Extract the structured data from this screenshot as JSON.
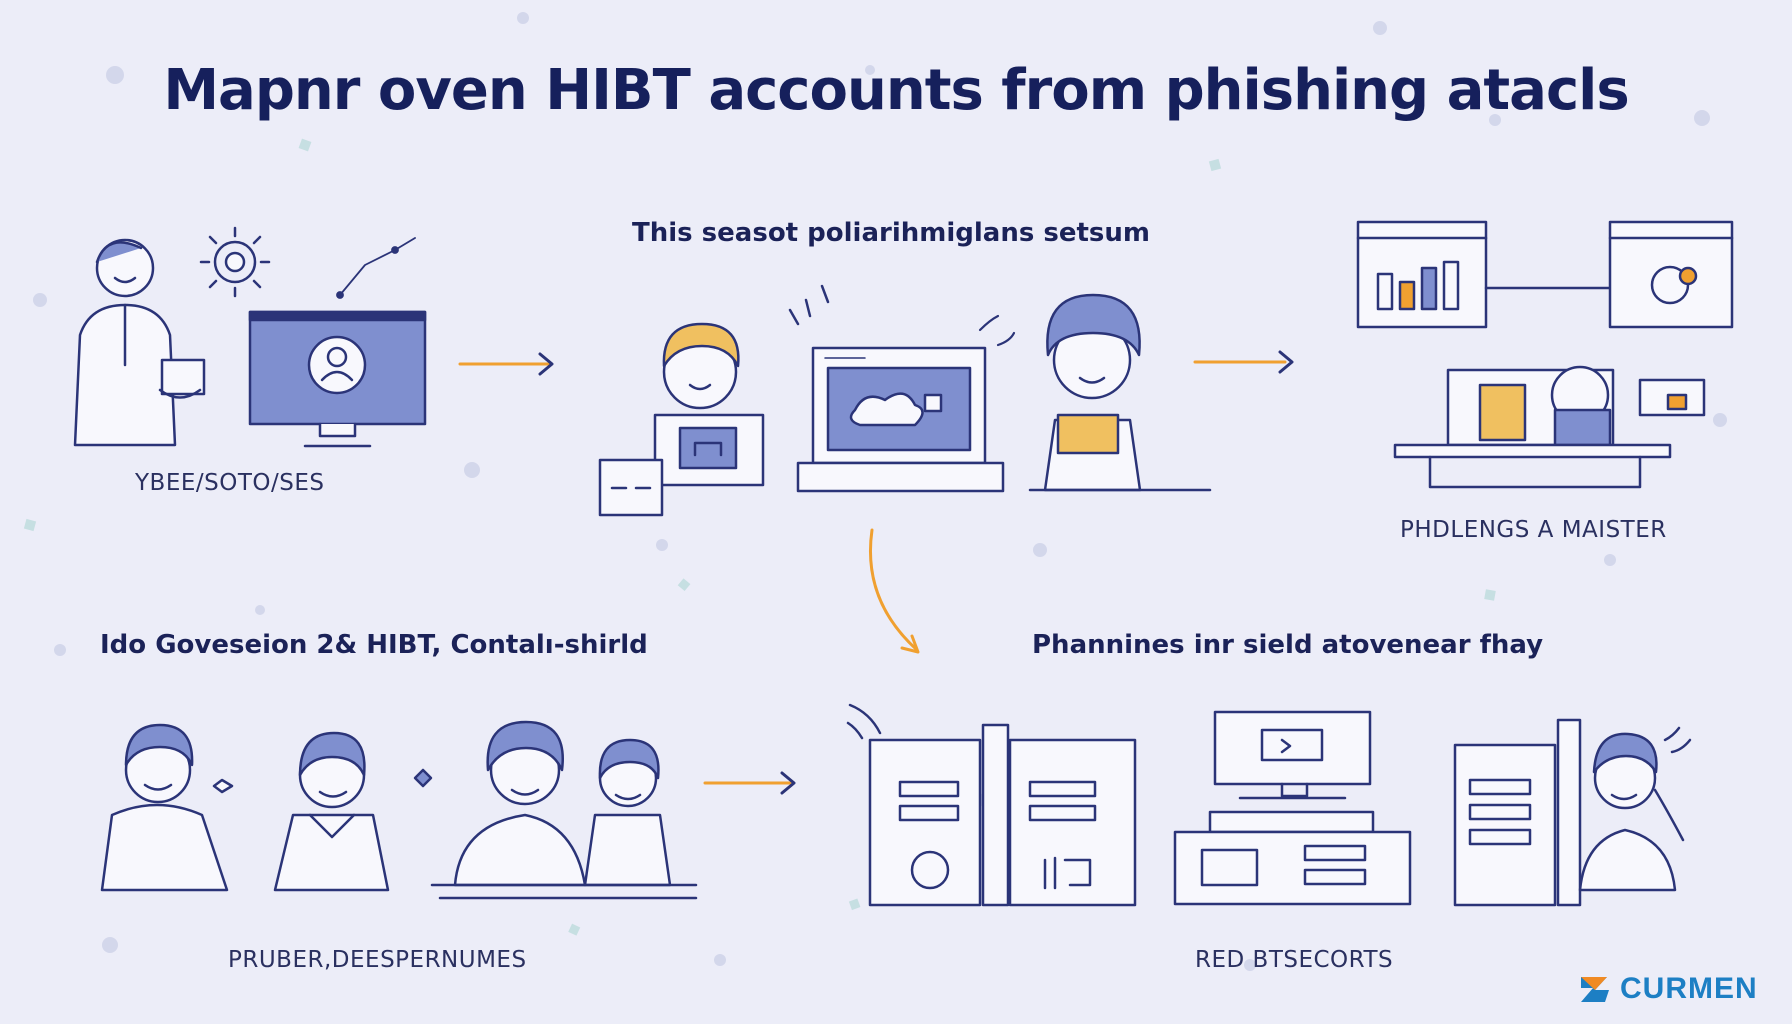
{
  "title": "Mapnr oven HIBT accounts from phishing atacls",
  "steps": {
    "center_heading": "This seasot poliarihmiglans setsum",
    "left_caption": "ҮBEE/SOTO/SES",
    "right_caption": "PHDLENGS A MAISTER",
    "bottom_left_heading": "Ido Goveseion 2& HIBT, Contalı-shirld",
    "bottom_left_caption": "PRUBER,DEESPERNUMES",
    "bottom_right_heading": "Phannines inr sield atovenear fhay",
    "bottom_right_caption": "RED BTSECORTS"
  },
  "icons": {
    "accent": "#f0a030",
    "line": "#2b3478",
    "fill": "#7f8fcf",
    "panel": "#f8f8fd"
  },
  "brand": {
    "name": "CURMEN",
    "colors": {
      "teal": "#1d7fc4",
      "orange": "#f08a24"
    }
  }
}
